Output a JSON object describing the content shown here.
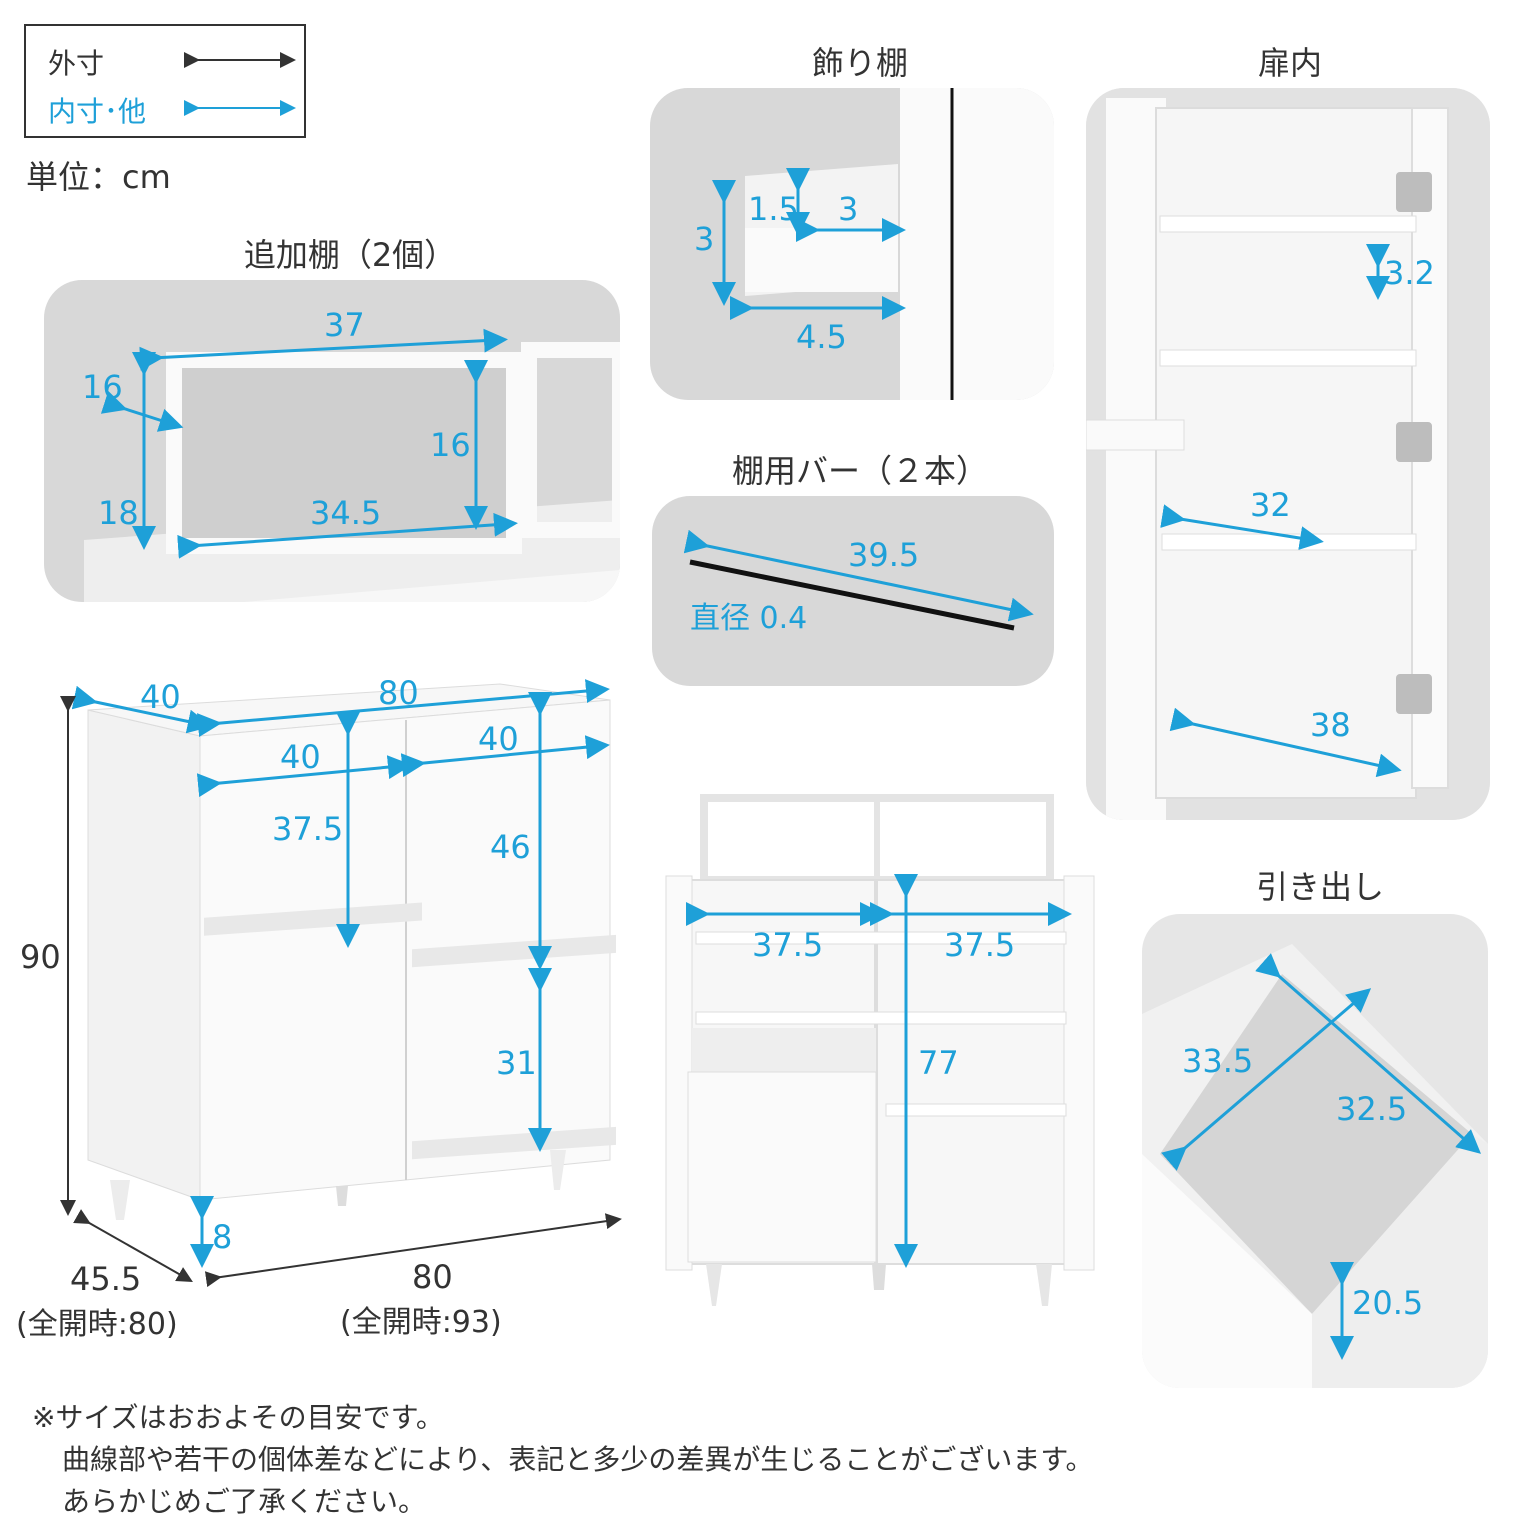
{
  "legend": {
    "outer_label": "外寸",
    "inner_label": "内寸･他",
    "outer_color": "#333333",
    "inner_color": "#1ea0d8"
  },
  "unit_label": "単位：cm",
  "sections": {
    "extra_shelf": {
      "title": "追加棚（2個）",
      "dims": {
        "width_top": "37",
        "depth": "16",
        "inner_height": "16",
        "outer_height": "18",
        "inner_width": "34.5"
      }
    },
    "display_shelf": {
      "title": "飾り棚",
      "dims": {
        "lip": "1.5",
        "lip_depth": "3",
        "height": "3",
        "depth": "4.5"
      }
    },
    "shelf_bar": {
      "title": "棚用バー（２本）",
      "dims": {
        "length": "39.5",
        "diameter": "直径 0.4"
      }
    },
    "door_inner": {
      "title": "扉内",
      "dims": {
        "pitch": "3.2",
        "width": "32",
        "bottom_width": "38"
      }
    },
    "drawer": {
      "title": "引き出し",
      "dims": {
        "inner_width": "33.5",
        "inner_depth": "32.5",
        "height": "20.5"
      }
    }
  },
  "main_cabinet": {
    "dims": {
      "top_depth": "40",
      "top_width": "80",
      "top_left": "40",
      "top_right": "40",
      "upper_left": "37.5",
      "upper_right": "46",
      "lower_right": "31",
      "height": "90",
      "leg": "8",
      "depth": "45.5",
      "depth_open": "(全開時:80)",
      "width": "80",
      "width_open": "(全開時:93)"
    }
  },
  "open_cabinet": {
    "dims": {
      "left_inner": "37.5",
      "right_inner": "37.5",
      "inner_height": "77"
    }
  },
  "notes": [
    "※サイズはおおよその目安です。",
    "曲線部や若干の個体差などにより、表記と多少の差異が生じることがございます。",
    "あらかじめご了承ください。"
  ]
}
